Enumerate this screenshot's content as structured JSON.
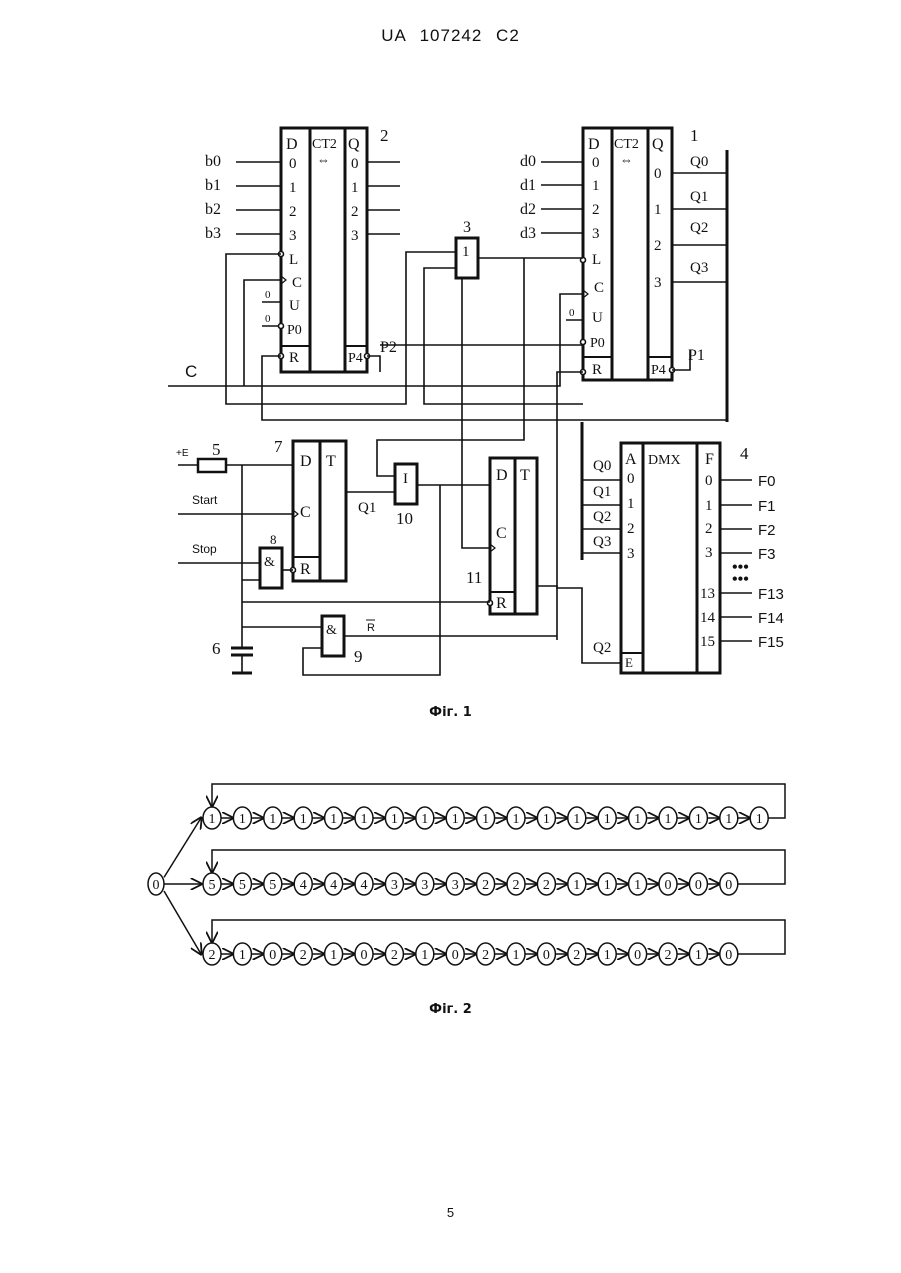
{
  "header": {
    "patent": "UA   107242   C2"
  },
  "figure1": {
    "caption": "Фіг. 1",
    "counter2": {
      "ref": "2",
      "type": "CT2",
      "d_label": "D",
      "q_label": "Q",
      "d_inputs": [
        "0",
        "1",
        "2",
        "3"
      ],
      "q_outputs": [
        "0",
        "1",
        "2",
        "3"
      ],
      "controls": [
        "L",
        "C",
        "U",
        "P0",
        "R"
      ],
      "carry": "P4",
      "inputs": [
        "b0",
        "b1",
        "b2",
        "b3"
      ],
      "carry_net": "P2",
      "zero_u": "0",
      "zero_p": "0"
    },
    "counter1": {
      "ref": "1",
      "type": "CT2",
      "d_label": "D",
      "q_label": "Q",
      "d_inputs": [
        "0",
        "1",
        "2",
        "3"
      ],
      "q_outputs": [
        "0",
        "1",
        "2",
        "3"
      ],
      "controls": [
        "L",
        "C",
        "U",
        "P0",
        "R"
      ],
      "carry": "P4",
      "inputs": [
        "d0",
        "d1",
        "d2",
        "d3"
      ],
      "outputs": [
        "Q0",
        "Q1",
        "Q2",
        "Q3"
      ],
      "carry_net": "P1",
      "zero_u": "0"
    },
    "or_gate": {
      "ref": "3",
      "symbol": "1"
    },
    "demux": {
      "ref": "4",
      "type": "DMX",
      "a_label": "A",
      "f_label": "F",
      "e_label": "E",
      "addr": [
        "0",
        "1",
        "2",
        "3"
      ],
      "addr_inputs": [
        "Q0",
        "Q1",
        "Q2",
        "Q3"
      ],
      "outputs": [
        "0",
        "1",
        "2",
        "3",
        "13",
        "14",
        "15"
      ],
      "output_labels": [
        "F0",
        "F1",
        "F2",
        "F3",
        "F13",
        "F14",
        "F15"
      ],
      "enable_input": "Q2"
    },
    "resistor": {
      "ref": "5",
      "label": "+E"
    },
    "capacitor": {
      "ref": "6"
    },
    "trigger7": {
      "ref": "7",
      "d": "D",
      "t": "T",
      "c": "C",
      "r": "R",
      "output": "Q1"
    },
    "and_gate8": {
      "ref": "8",
      "symbol": "&"
    },
    "and_gate9": {
      "ref": "9",
      "symbol": "&",
      "output": "R"
    },
    "gate10": {
      "ref": "10",
      "symbol": "I"
    },
    "trigger11": {
      "ref": "11",
      "d": "D",
      "t": "T",
      "c": "C",
      "r": "R"
    },
    "signals": {
      "clock": "C",
      "start": "Start",
      "stop": "Stop"
    }
  },
  "figure2": {
    "caption": "Фіг. 2",
    "start": "0",
    "rows": [
      [
        "1",
        "1",
        "1",
        "1",
        "1",
        "1",
        "1",
        "1",
        "1",
        "1",
        "1",
        "1",
        "1",
        "1",
        "1",
        "1",
        "1",
        "1",
        "1"
      ],
      [
        "5",
        "5",
        "5",
        "4",
        "4",
        "4",
        "3",
        "3",
        "3",
        "2",
        "2",
        "2",
        "1",
        "1",
        "1",
        "0",
        "0",
        "0"
      ],
      [
        "2",
        "1",
        "0",
        "2",
        "1",
        "0",
        "2",
        "1",
        "0",
        "2",
        "1",
        "0",
        "2",
        "1",
        "0",
        "2",
        "1",
        "0"
      ]
    ]
  },
  "page_number": "5"
}
